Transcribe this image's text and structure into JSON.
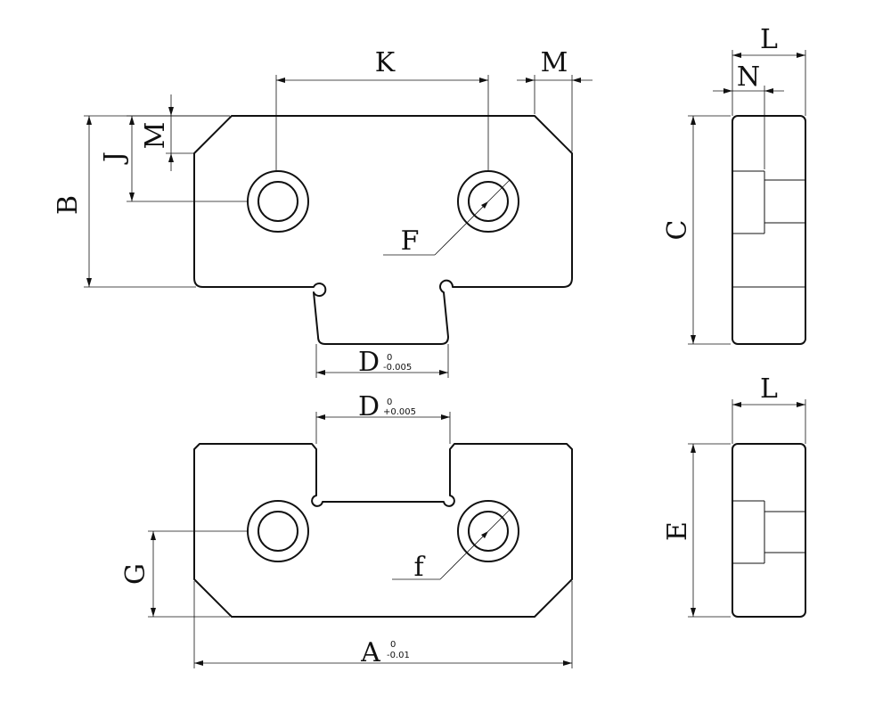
{
  "labels": {
    "A": "A",
    "B": "B",
    "C": "C",
    "D_top": "D",
    "D_bottom": "D",
    "E": "E",
    "F": "F",
    "f": "f",
    "G": "G",
    "J": "J",
    "K": "K",
    "L_top": "L",
    "L_bottom": "L",
    "M_top": "M",
    "M_left": "M",
    "N": "N"
  },
  "tolerances": {
    "A": {
      "upper": "0",
      "lower": "-0.01"
    },
    "D_top": {
      "upper": "0",
      "lower": "-0.005"
    },
    "D_bottom": {
      "upper": "0",
      "lower": "+0.005"
    }
  }
}
